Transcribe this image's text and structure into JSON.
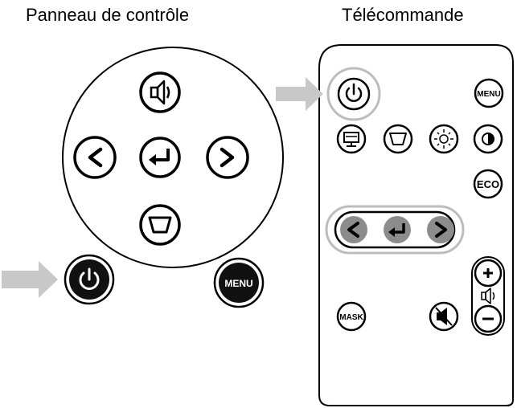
{
  "control_panel": {
    "title": "Panneau de contrôle",
    "menu_label": "MENU"
  },
  "remote": {
    "title": "Télécommande",
    "menu_label": "MENU",
    "eco_label": "ECO",
    "mask_label": "MASK",
    "plus_label": "+",
    "minus_label": "−"
  },
  "colors": {
    "outline": "#000000",
    "button_fill": "#ffffff",
    "filled_button": "#111111",
    "pad_grey": "#8c8c8c",
    "ring_grey": "#bdbdbd",
    "arrow_grey": "#c8c8c8"
  },
  "icons": [
    "volume-icon",
    "left-arrow-icon",
    "enter-icon",
    "right-arrow-icon",
    "keystone-icon",
    "power-icon",
    "menu-icon",
    "display-icon",
    "brightness-icon",
    "contrast-icon",
    "eco-icon",
    "mask-icon",
    "mute-icon"
  ]
}
